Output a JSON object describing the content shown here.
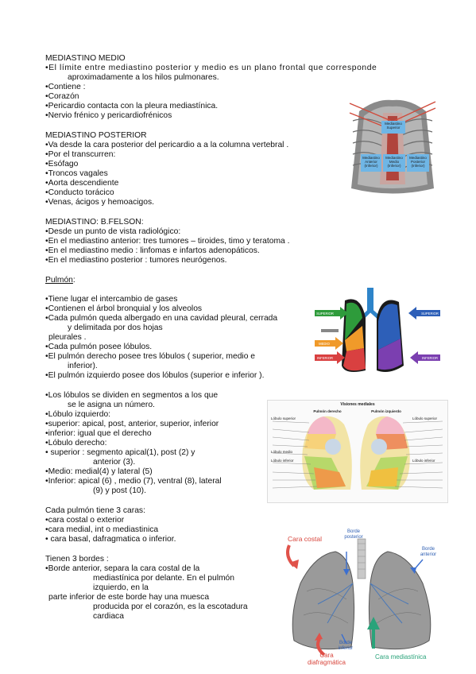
{
  "medio": {
    "title": "MEDIASTINO MEDIO",
    "l1": "•El límite entre mediastino posterior y medio es un plano frontal que corresponde",
    "l1b": "aproximadamente a los hilos pulmonares.",
    "l2": "•Contiene :",
    "l3": "•Corazón",
    "l4": "•Pericardio contacta con la pleura mediastínica.",
    "l5": "•Nervio frénico y pericardiofrénicos"
  },
  "posterior": {
    "title": "MEDIASTINO POSTERIOR",
    "items": [
      "•Va desde la cara posterior del pericardio a a la columna vertebral .",
      "•Por el transcurren:",
      "•Esófago",
      "•Troncos vagales",
      "•Aorta descendiente",
      "•Conducto torácico",
      "•Venas, ácigos y hemoacigos."
    ]
  },
  "felson": {
    "title": "MEDIASTINO: B.FELSON:",
    "items": [
      "•Desde un punto de vista radiológico:",
      "•En el mediastino anterior: tres tumores – tiroides, timo y teratoma .",
      "•En el mediastino medio : linfomas e infartos adenopáticos.",
      "•En el mediastino posterior : tumores neurógenos."
    ]
  },
  "pulmon": {
    "title": "Pulmón",
    "colon": ":",
    "l1": "•Tiene lugar el intercambio de gases",
    "l2": "•Contienen el árbol bronquial y los alveolos",
    "l3": "•Cada pulmón queda albergado en una cavidad pleural, cerrada",
    "l3b": "y delimitada por dos hojas",
    "l3c": "pleurales .",
    "l4": "•Cada pulmón posee lóbulos.",
    "l5": "•El pulmón derecho posee tres lóbulos ( superior, medio e",
    "l5b": "inferior).",
    "l6": "•El pulmón izquierdo posee dos lóbulos (superior e inferior )."
  },
  "segmentos": {
    "l1": "•Los lóbulos se dividen en segmentos a los que",
    "l1b": "se le asigna un número.",
    "l2": "•Lóbulo izquierdo:",
    "l3": "•superior: apical, post, anterior, superior, inferior",
    "l4": "•inferior: igual que el derecho",
    "l5": "•Lóbulo derecho:",
    "l6": "• superior : segmento apical(1), post (2) y",
    "l6b": "anterior (3).",
    "l7": "•Medio: medial(4) y lateral (5)",
    "l8": "•Inferior: apical (6) , medio (7), ventral (8), lateral",
    "l8b": "(9) y post (10)."
  },
  "caras": {
    "title": "Cada pulmón tiene 3 caras:",
    "items": [
      "•cara costal o exterior",
      "•cara medial, int  o mediastinica",
      "•  cara basal, dafragmatica o inferior."
    ]
  },
  "bordes": {
    "title": "Tienen 3 bordes :",
    "l1": "•Borde anterior, separa la cara costal de la",
    "l1b": "mediastínica por delante. En el pulmón",
    "l1c": "izquierdo, en la",
    "l2": "parte inferior de este borde hay una muesca",
    "l2b": "producida por el corazón, es la escotadura",
    "l2c": "cardiaca"
  },
  "fig_mediastino": {
    "superior": "Mediastino Superior",
    "anterior": "Mediastino Anterior (Inferior)",
    "medio": "Mediastino Medio (Inferior)",
    "posterior": "Mediastino Posterior (Inferior)"
  },
  "fig_lobulos": {
    "superior_left": "SUPERIOR",
    "medio": "MEDIO",
    "inferior_left": "INFERIOR",
    "superior_right": "SUPERIOR",
    "inferior_right": "INFERIOR"
  },
  "fig_segmentos": {
    "title": "Visiones mediales",
    "right": "Pulmón derecho",
    "left": "Pulmón izquierdo",
    "lobulo_superior": "Lóbulo superior",
    "lobulo_superior_r": "Lóbulo superior",
    "lobulo_medio": "Lóbulo medio",
    "lobulo_inferior": "Lóbulo inferior",
    "lobulo_inferior_r": "Lóbulo inferior"
  },
  "fig_caras": {
    "cara_costal": "Cara costal",
    "borde_posterior": "Borde posterior",
    "borde_anterior": "Borde anterior",
    "borde_inferior": "Borde inferior",
    "cara_diafragmatica": "Cara diafragmática",
    "cara_mediastinica": "Cara mediastínica"
  }
}
